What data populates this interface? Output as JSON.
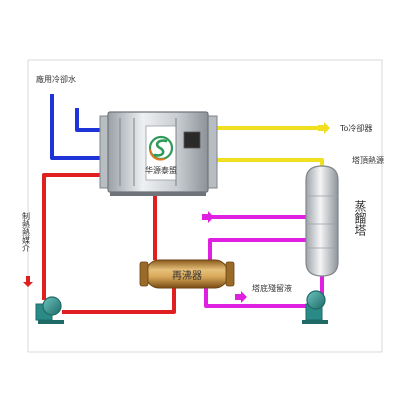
{
  "labels": {
    "cooling_water": "廠用冷卻水",
    "to_condenser": "To冷卻器",
    "tower_top_heat": "塔頂熱源",
    "heat_medium": "制熱熱媒介",
    "reboiler": "再沸器",
    "tower_bottom": "塔底殘留液",
    "column": "蒸餾塔",
    "brand": "华源泰盟"
  },
  "colors": {
    "cooling_water": "#1e34d8",
    "heat_medium": "#e02020",
    "vapor": "#f0e020",
    "residue": "#e020e0",
    "pump": "#2a8a86",
    "logo_green": "#2f9a5a",
    "logo_orange": "#e07820"
  },
  "icons": [
    "arrow-right-icon",
    "arrow-left-icon",
    "arrow-down-icon",
    "pump-icon",
    "brand-logo-icon"
  ]
}
